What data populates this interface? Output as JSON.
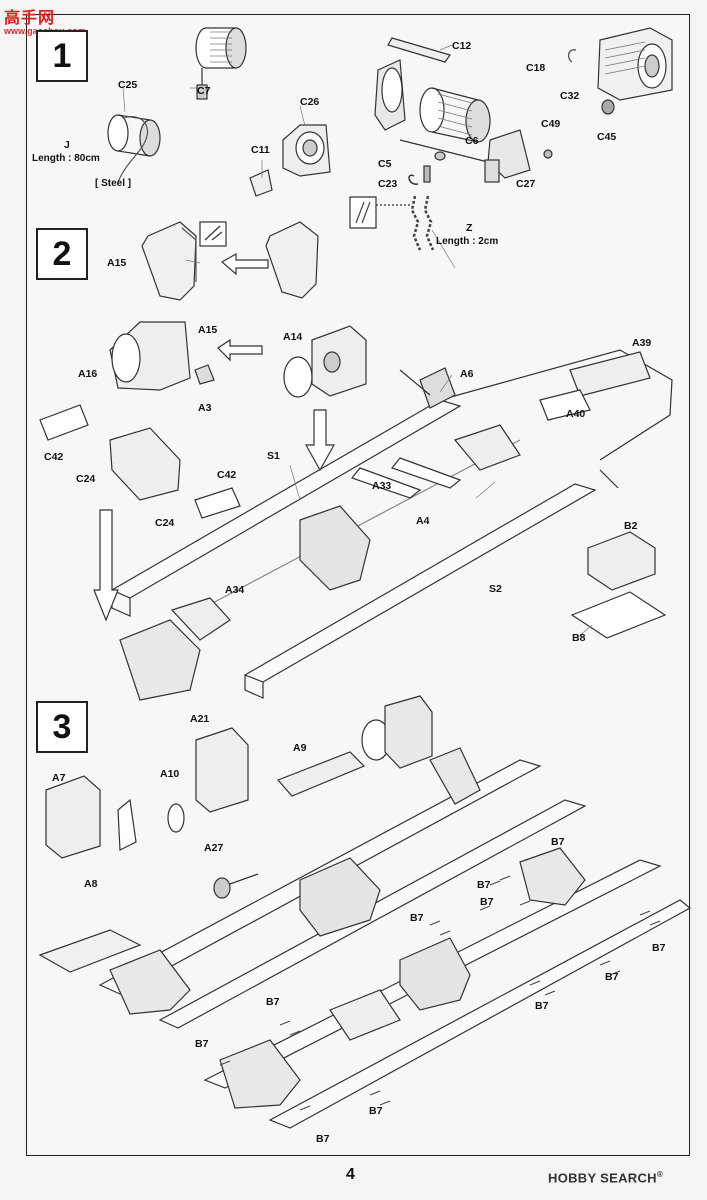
{
  "watermark": {
    "chars": "高手网",
    "url": "www.gaoshou.com"
  },
  "steps": [
    "1",
    "2",
    "3"
  ],
  "step1": {
    "labels": [
      "C7",
      "C12",
      "C25",
      "C26",
      "C18",
      "C32",
      "C11",
      "C6",
      "C49",
      "C5",
      "C23",
      "C27",
      "C45"
    ],
    "cord_label": "J",
    "cord_length": "Length : 80cm",
    "cord_material": "[ Steel ]",
    "chain_label": "Z",
    "chain_length": "Length : 2cm"
  },
  "step2": {
    "labels": [
      "A15",
      "A15",
      "A16",
      "A14",
      "A3",
      "A39",
      "A6",
      "A40",
      "C42",
      "C24",
      "S1",
      "A33",
      "C42",
      "C24",
      "A4",
      "S2",
      "B2",
      "A34",
      "B8"
    ]
  },
  "step3": {
    "labels": [
      "A21",
      "A9",
      "A10",
      "A7",
      "A8",
      "A27",
      "B7",
      "B7",
      "B7",
      "B7",
      "B7",
      "B7",
      "B7",
      "B7",
      "B7",
      "B7",
      "B7"
    ]
  },
  "footer": {
    "page_number": "4",
    "brand": "HOBBY SEARCH",
    "brand_mark": "®"
  }
}
